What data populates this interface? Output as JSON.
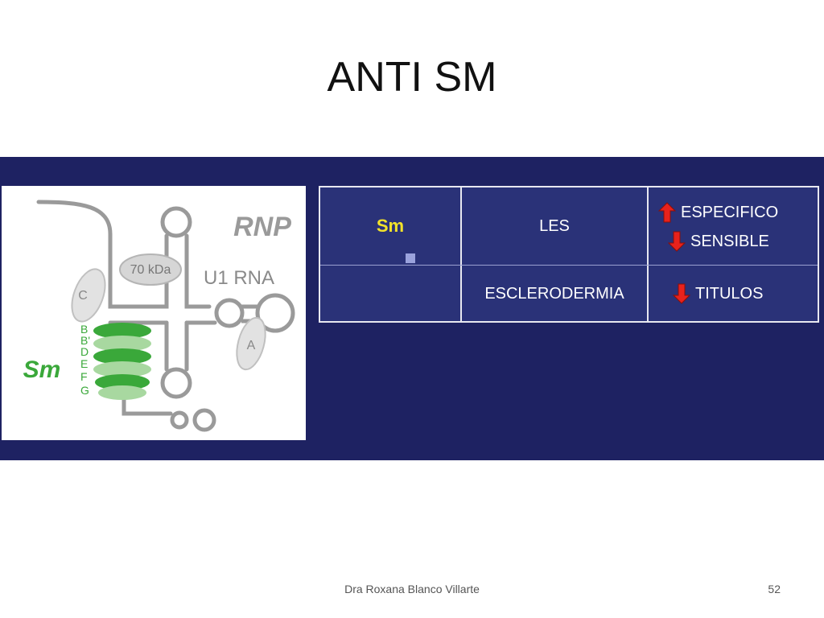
{
  "slide": {
    "title": "ANTI SM",
    "footer_author": "Dra Roxana Blanco Villarte",
    "page_number": "52"
  },
  "diagram": {
    "rnp_label": "RNP",
    "kda_label": "70 kDa",
    "u1_label": "U1 RNA",
    "c_label": "C",
    "a_label": "A",
    "sm_label": "Sm",
    "sm_proteins": [
      "B",
      "B'",
      "D",
      "E",
      "F",
      "G"
    ],
    "colors": {
      "band": "#1e2262",
      "sm_green": "#3aa83a",
      "light_green": "#a8d8a0",
      "gray": "#999999"
    }
  },
  "table": {
    "rows": [
      {
        "col1": "Sm",
        "col2": "LES",
        "col3": [
          {
            "direction": "up",
            "text": "ESPECIFICO"
          },
          {
            "direction": "down",
            "text": "SENSIBLE"
          }
        ]
      },
      {
        "col1": "",
        "col2": "ESCLERODERMIA",
        "col3": [
          {
            "direction": "down",
            "text": "TITULOS"
          }
        ]
      }
    ],
    "colors": {
      "cell_bg": "#2a3278",
      "sm_text": "#f2e22a",
      "arrow": "#e8221c"
    }
  }
}
